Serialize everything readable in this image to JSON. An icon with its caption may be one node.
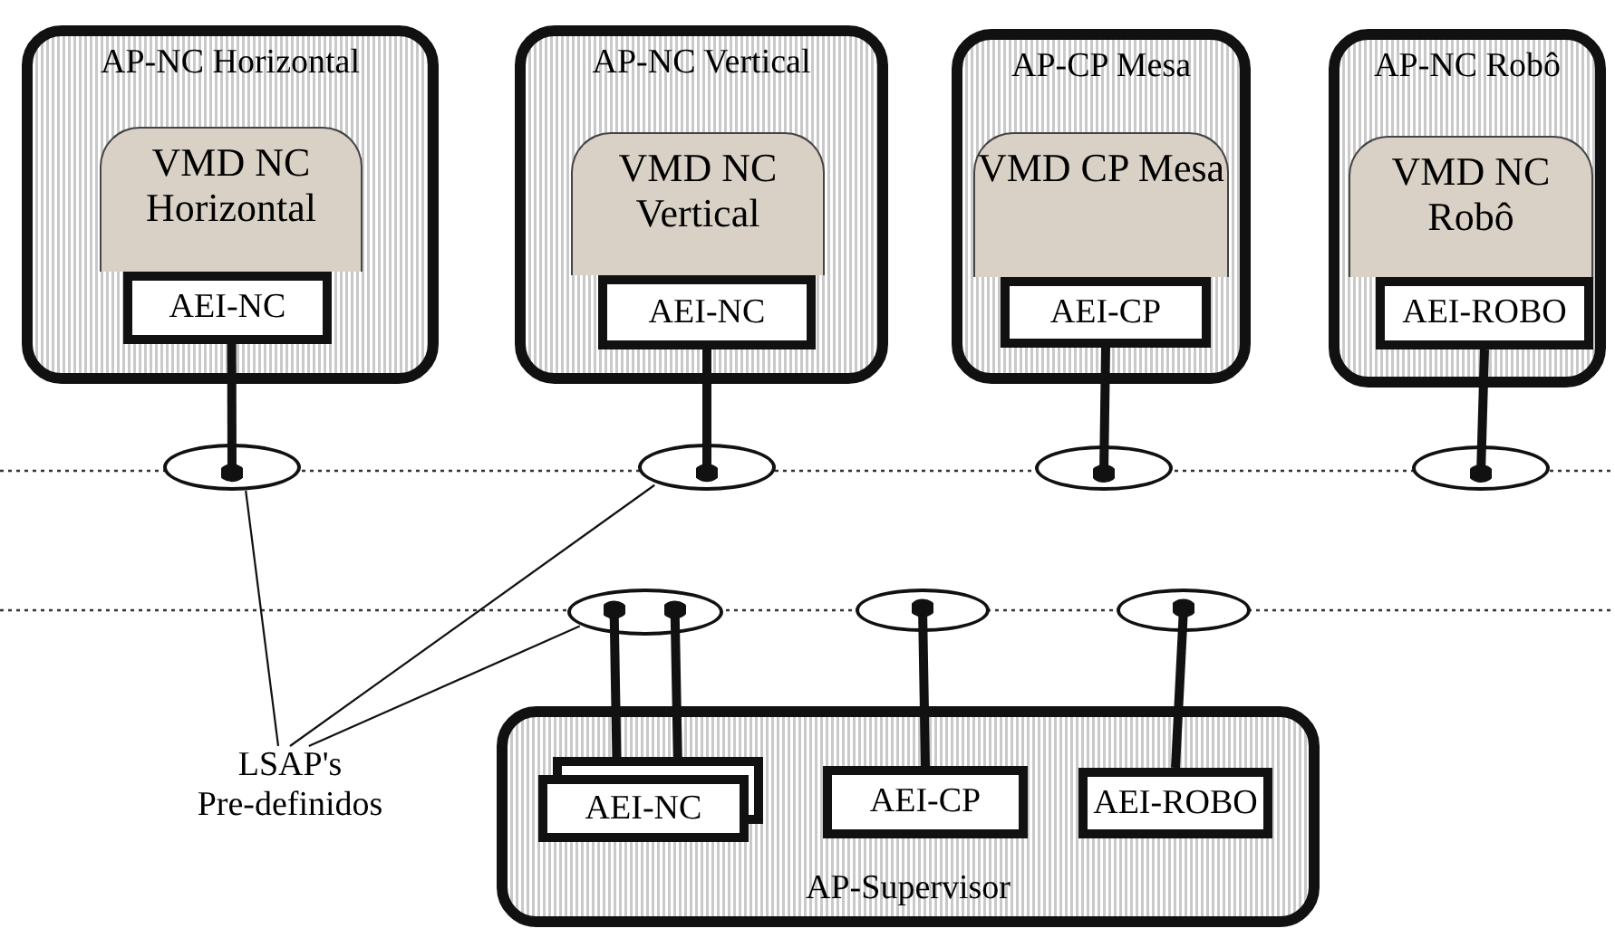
{
  "diagram": {
    "nodes": [
      {
        "text": [
          "AP-NC Horizontal"
        ]
      },
      {
        "text": [
          "VMD NC Horizontal"
        ],
        "in": 0
      },
      {
        "text": [
          "AEI-NC"
        ],
        "in": 0
      },
      {
        "text": [
          "AP-NC Vertical"
        ]
      },
      {
        "text": [
          "VMD NC Vertical"
        ],
        "in": 3
      },
      {
        "text": [
          "AEI-NC"
        ],
        "in": 3
      },
      {
        "text": [
          "AP-CP Mesa"
        ]
      },
      {
        "text": [
          "VMD CP Mesa"
        ],
        "in": 6
      },
      {
        "text": [
          "AEI-CP"
        ],
        "in": 6
      },
      {
        "text": [
          "AP-NC Robô"
        ]
      },
      {
        "text": [
          "VMD NC Robô"
        ],
        "in": 9
      },
      {
        "text": [
          "AEI-ROBO"
        ],
        "in": 9
      },
      {
        "text": [],
        "shape": "ellipse"
      },
      {
        "text": [],
        "shape": "ellipse"
      },
      {
        "text": [],
        "shape": "ellipse"
      },
      {
        "text": [],
        "shape": "ellipse"
      },
      {
        "text": [],
        "shape": "ellipse"
      },
      {
        "text": [],
        "shape": "ellipse"
      },
      {
        "text": [],
        "shape": "ellipse"
      },
      {
        "text": [
          "AP-Supervisor"
        ]
      },
      {
        "text": [
          "AEI-NC"
        ],
        "in": 19
      },
      {
        "text": [
          "AEI-CP"
        ],
        "in": 19
      },
      {
        "text": [
          "AEI-ROBO"
        ],
        "in": 19
      },
      {
        "text": [
          "LSAP's Pre-definidos"
        ]
      }
    ],
    "edges": [
      {
        "from": 2,
        "to": 12,
        "arrow": "other"
      },
      {
        "from": 5,
        "to": 13,
        "arrow": "other"
      },
      {
        "from": 8,
        "to": 14,
        "arrow": "other"
      },
      {
        "from": 11,
        "to": 15,
        "arrow": "other"
      },
      {
        "from": 20,
        "to": 16,
        "arrow": "other"
      },
      {
        "from": 20,
        "to": 16,
        "arrow": "other"
      },
      {
        "from": 21,
        "to": 17,
        "arrow": "other"
      },
      {
        "from": 22,
        "to": 18,
        "arrow": "other"
      },
      {
        "from": 23,
        "to": 12,
        "arrow": "none"
      },
      {
        "from": 23,
        "to": 13,
        "arrow": "none"
      },
      {
        "from": 23,
        "to": 16,
        "arrow": "none"
      }
    ]
  }
}
